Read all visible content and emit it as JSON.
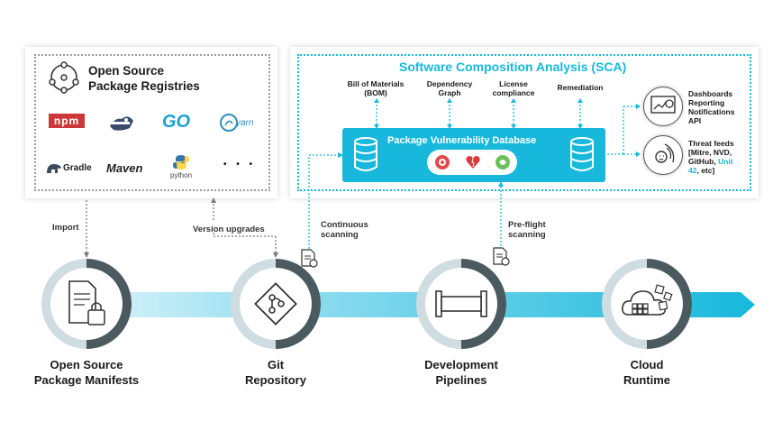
{
  "registries": {
    "title_line1": "Open Source",
    "title_line2": "Package Registries",
    "logos": {
      "npm": "npm",
      "go": "GO",
      "yarn": "yarn",
      "gradle": "Gradle",
      "maven": "Maven",
      "python": "python",
      "more": "• • •"
    }
  },
  "sca": {
    "title": "Software Composition Analysis (SCA)",
    "features": [
      {
        "line1": "Bill of Materials",
        "line2": "(BOM)"
      },
      {
        "line1": "Dependency",
        "line2": "Graph"
      },
      {
        "line1": "License",
        "line2": "compliance"
      },
      {
        "line1": "Remediation",
        "line2": ""
      }
    ],
    "database_title": "Package Vulnerability Database",
    "outputs": {
      "dashboards": [
        "Dashboards",
        "Reporting",
        "Notifications",
        "API"
      ],
      "threat_feeds_line1": "Threat feeds",
      "threat_feeds_line2": "[Mitre, NVD,",
      "threat_feeds_line3a": "GitHub, ",
      "threat_feeds_line3b": "Unit",
      "threat_feeds_line4a": "42",
      "threat_feeds_line4b": ", etc]"
    }
  },
  "flows": {
    "import": "Import",
    "version_upgrades": "Version upgrades",
    "continuous_line1": "Continuous",
    "continuous_line2": "scanning",
    "preflight_line1": "Pre-flight",
    "preflight_line2": "scanning"
  },
  "stages": [
    {
      "line1": "Open Source",
      "line2": "Package Manifests"
    },
    {
      "line1": "Git",
      "line2": "Repository"
    },
    {
      "line1": "Development",
      "line2": "Pipelines"
    },
    {
      "line1": "Cloud",
      "line2": "Runtime"
    }
  ],
  "colors": {
    "accent": "#17b8dc",
    "ring_dark": "#4a5a5f",
    "ring_light": "#dde7ea",
    "npm_red": "#cb3837",
    "unit42": "#17b8dc"
  },
  "icons": {
    "registry": "network-globe-icon",
    "database": "database-icon",
    "dashboard": "dashboard-chart-icon",
    "threat": "threat-signal-icon",
    "manifest": "document-lock-icon",
    "git": "git-branch-icon",
    "pipeline": "pipeline-icon",
    "cloud": "cloud-boxes-icon",
    "scan": "document-scan-icon"
  }
}
